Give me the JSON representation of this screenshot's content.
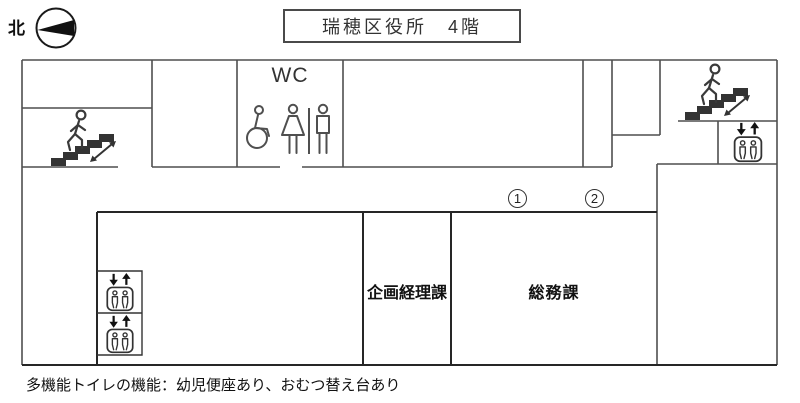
{
  "compass": {
    "north_label": "北"
  },
  "title": {
    "text": "瑞穂区役所　4階"
  },
  "floor_plan": {
    "wc_label": "WC",
    "rooms": [
      {
        "id": "kikaku-keiri",
        "label": "企画経理課"
      },
      {
        "id": "somu",
        "label": "総務課"
      }
    ],
    "counters": [
      {
        "label": "1"
      },
      {
        "label": "2"
      }
    ],
    "icons": [
      "north-compass-icon",
      "stairs-up-down-icon (left)",
      "stairs-up-down-icon (right)",
      "elevator-icon (left x2, right x1)",
      "wheelchair-icon",
      "woman-icon",
      "man-icon"
    ],
    "colors": {
      "wall": "#4a4a4a",
      "room_wall": "#262626",
      "icon_stroke": "#4a4a4a",
      "steps_fill": "#333333"
    }
  },
  "footnote": {
    "text": "多機能トイレの機能：幼児便座あり、おむつ替え台あり"
  }
}
